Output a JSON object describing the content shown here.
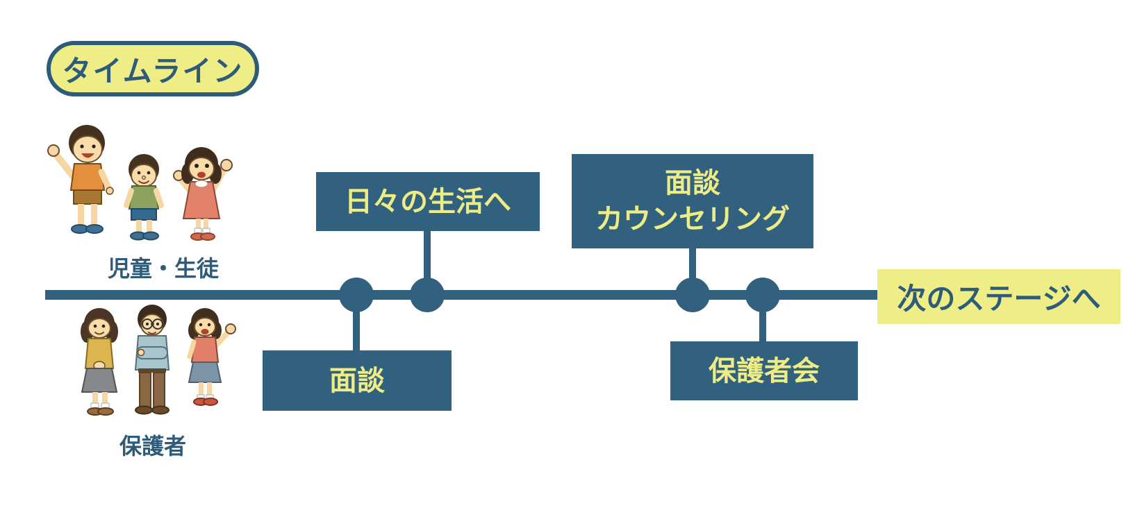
{
  "title": {
    "label": "タイムライン"
  },
  "groups": {
    "students": {
      "label": "児童・生徒"
    },
    "parents": {
      "label": "保護者"
    }
  },
  "timeline": {
    "events_above": [
      {
        "label": "日々の生活へ"
      },
      {
        "lines": [
          "面談",
          "カウンセリング"
        ]
      }
    ],
    "events_below": [
      {
        "label": "面談"
      },
      {
        "label": "保護者会"
      }
    ],
    "end_label": "次のステージへ"
  },
  "colors": {
    "dark_blue": "#31617f",
    "accent_yellow": "#efed86",
    "background": "#ffffff"
  }
}
